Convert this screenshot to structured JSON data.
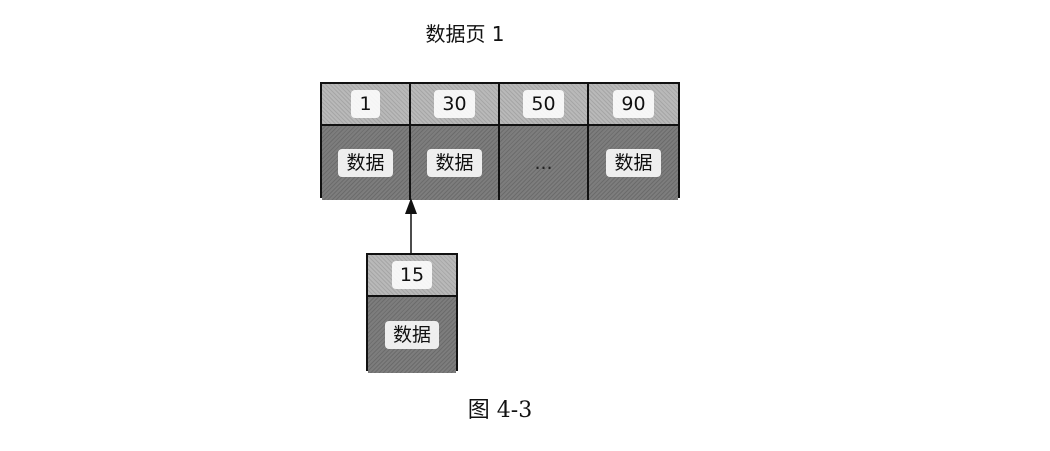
{
  "page_title": "数据页 1",
  "page": {
    "keys": [
      "1",
      "30",
      "50",
      "90"
    ],
    "data": [
      "数据",
      "数据",
      "...",
      "数据"
    ]
  },
  "record": {
    "key": "15",
    "data": "数据"
  },
  "caption": "图 4-3"
}
